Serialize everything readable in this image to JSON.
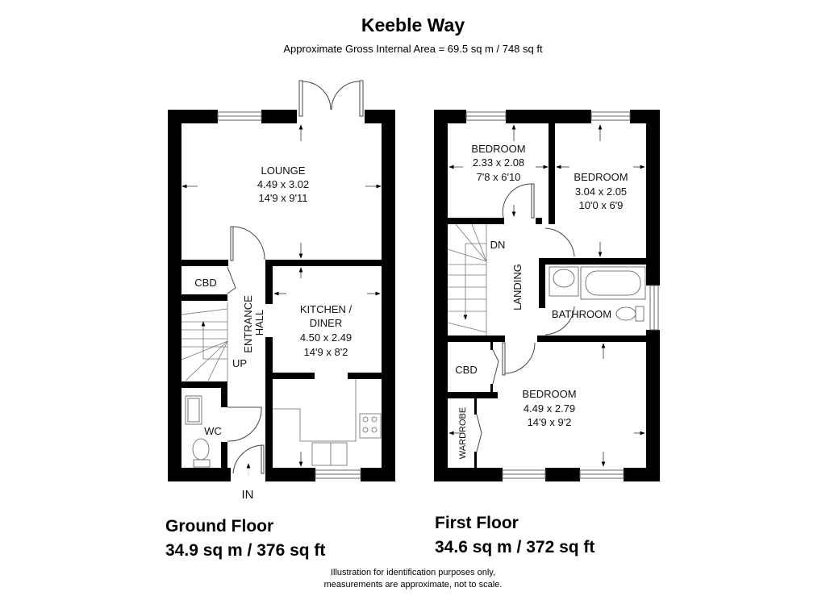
{
  "header": {
    "title": "Keeble Way",
    "subtitle": "Approximate Gross Internal Area =  69.5 sq m / 748 sq ft"
  },
  "ground_floor": {
    "name": "Ground Floor",
    "area": "34.9 sq m / 376 sq ft",
    "rooms": {
      "lounge": {
        "name": "LOUNGE",
        "metric": "4.49 x 3.02",
        "imperial": "14'9 x 9'11"
      },
      "kitchen": {
        "name_line1": "KITCHEN /",
        "name_line2": "DINER",
        "metric": "4.50 x 2.49",
        "imperial": "14'9 x 8'2"
      },
      "cbd": {
        "name": "CBD"
      },
      "hall": {
        "name_line1": "ENTRANCE",
        "name_line2": "HALL"
      },
      "wc": {
        "name": "WC"
      },
      "stairs": {
        "label": "UP"
      },
      "entrance": {
        "label": "IN"
      }
    }
  },
  "first_floor": {
    "name": "First Floor",
    "area": "34.6 sq m / 372 sq ft",
    "rooms": {
      "bedroom_small": {
        "name": "BEDROOM",
        "metric": "2.33 x 2.08",
        "imperial": "7'8 x 6'10"
      },
      "bedroom_mid": {
        "name": "BEDROOM",
        "metric": "3.04 x 2.05",
        "imperial": "10'0 x 6'9"
      },
      "bedroom_main": {
        "name": "BEDROOM",
        "metric": "4.49 x 2.79",
        "imperial": "14'9 x 9'2"
      },
      "bathroom": {
        "name": "BATHROOM"
      },
      "landing": {
        "name": "LANDING"
      },
      "cbd": {
        "name": "CBD"
      },
      "wardrobe": {
        "name": "WARDROBE"
      },
      "stairs": {
        "label": "DN"
      }
    }
  },
  "footer": {
    "disclaimer_line1": "Illustration for identification purposes only,",
    "disclaimer_line2": "measurements are approximate, not to scale."
  },
  "colors": {
    "wall": "#000000",
    "background": "#ffffff",
    "line": "#555555"
  }
}
